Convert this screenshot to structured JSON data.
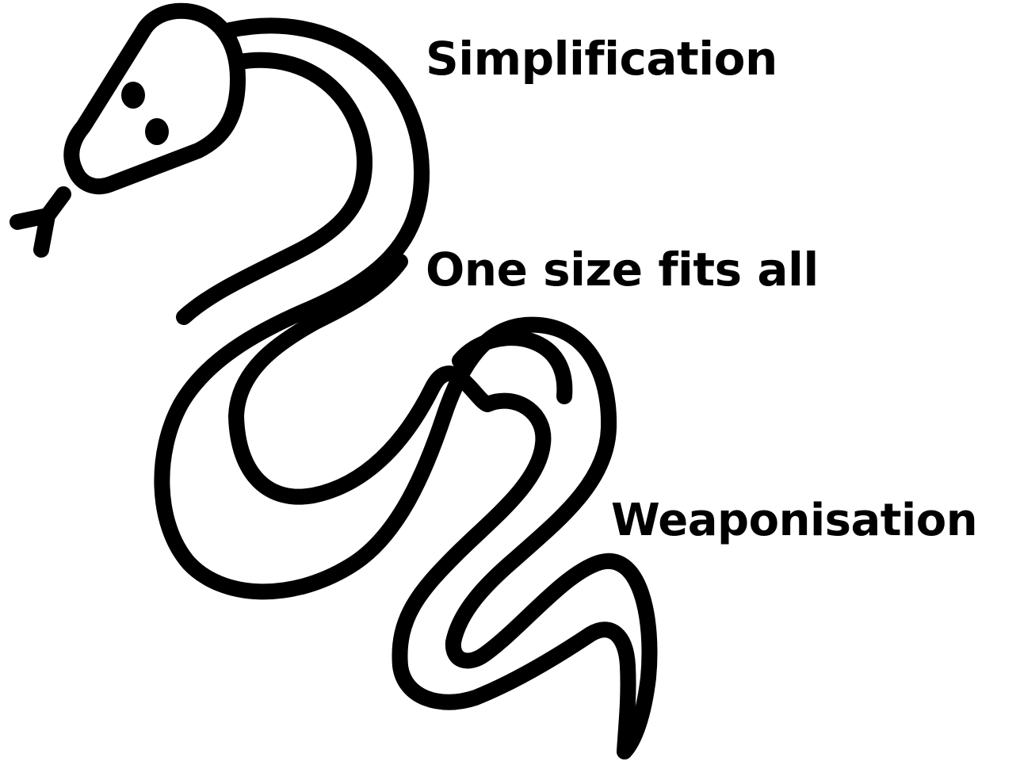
{
  "labels": [
    "Simplification",
    "One size fits all",
    "Weaponisation"
  ],
  "icon": "snake-icon",
  "colors": {
    "stroke": "#000000",
    "text": "#000000",
    "background": "#ffffff"
  }
}
